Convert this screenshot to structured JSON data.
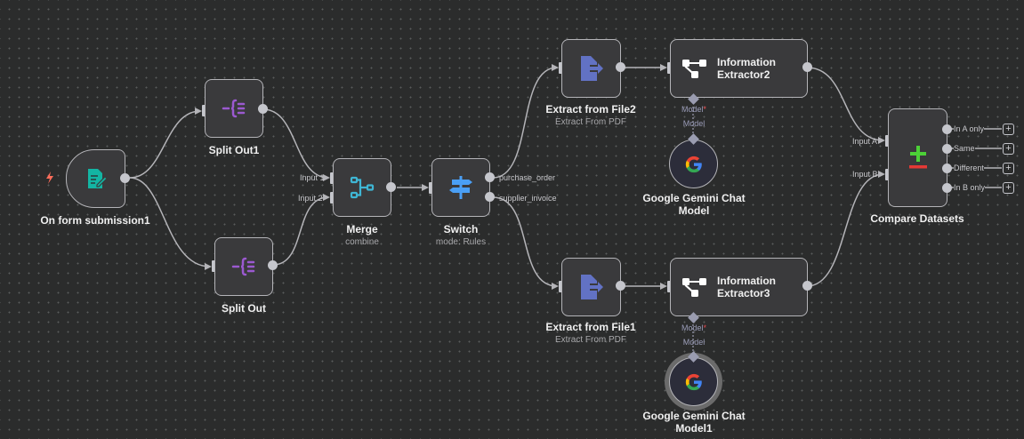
{
  "canvas": {
    "background": "#2b2c2c"
  },
  "nodes": {
    "form_trigger": {
      "name": "On form submission1",
      "icon": "form-icon",
      "color": "#13b5a3"
    },
    "split_out1": {
      "name": "Split Out1",
      "icon": "split-out-icon",
      "color": "#9b59d0"
    },
    "split_out": {
      "name": "Split Out",
      "icon": "split-out-icon",
      "color": "#9b59d0"
    },
    "merge": {
      "name": "Merge",
      "subtitle": "combine",
      "icon": "merge-icon",
      "color": "#3fb6d4",
      "inputs": [
        "Input 1",
        "Input 2"
      ]
    },
    "switch": {
      "name": "Switch",
      "subtitle": "mode: Rules",
      "icon": "signpost-icon",
      "color": "#4a9ff5",
      "outputs": [
        "purchase_order",
        "supplier_invoice"
      ]
    },
    "extract2": {
      "name": "Extract from File2",
      "subtitle": "Extract From PDF",
      "icon": "file-export-icon",
      "color": "#6272c4"
    },
    "extract1": {
      "name": "Extract from File1",
      "subtitle": "Extract From PDF",
      "icon": "file-export-icon",
      "color": "#6272c4"
    },
    "info2": {
      "name_line1": "Information",
      "name_line2": "Extractor2",
      "icon": "tree-icon",
      "model_port": "Model",
      "model_required": "*"
    },
    "info3": {
      "name_line1": "Information",
      "name_line2": "Extractor3",
      "icon": "tree-icon",
      "model_port": "Model",
      "model_required": "*"
    },
    "gemini": {
      "name_line1": "Google Gemini Chat",
      "name_line2": "Model",
      "icon": "google-icon",
      "connection_label": "Model"
    },
    "gemini1": {
      "name_line1": "Google Gemini Chat",
      "name_line2": "Model1",
      "icon": "google-icon",
      "connection_label": "Model"
    },
    "compare": {
      "name": "Compare Datasets",
      "icon": "plus-minus-icon",
      "inputs": [
        "Input A",
        "Input B"
      ],
      "outputs": [
        "In A only",
        "Same",
        "Different",
        "In B only"
      ],
      "plus_label": "+"
    }
  },
  "colors": {
    "edge": "#b4b4b8",
    "handle": "#c5c6cc",
    "trigger_bolt": "#ff6d5a",
    "required": "#e5484d"
  }
}
